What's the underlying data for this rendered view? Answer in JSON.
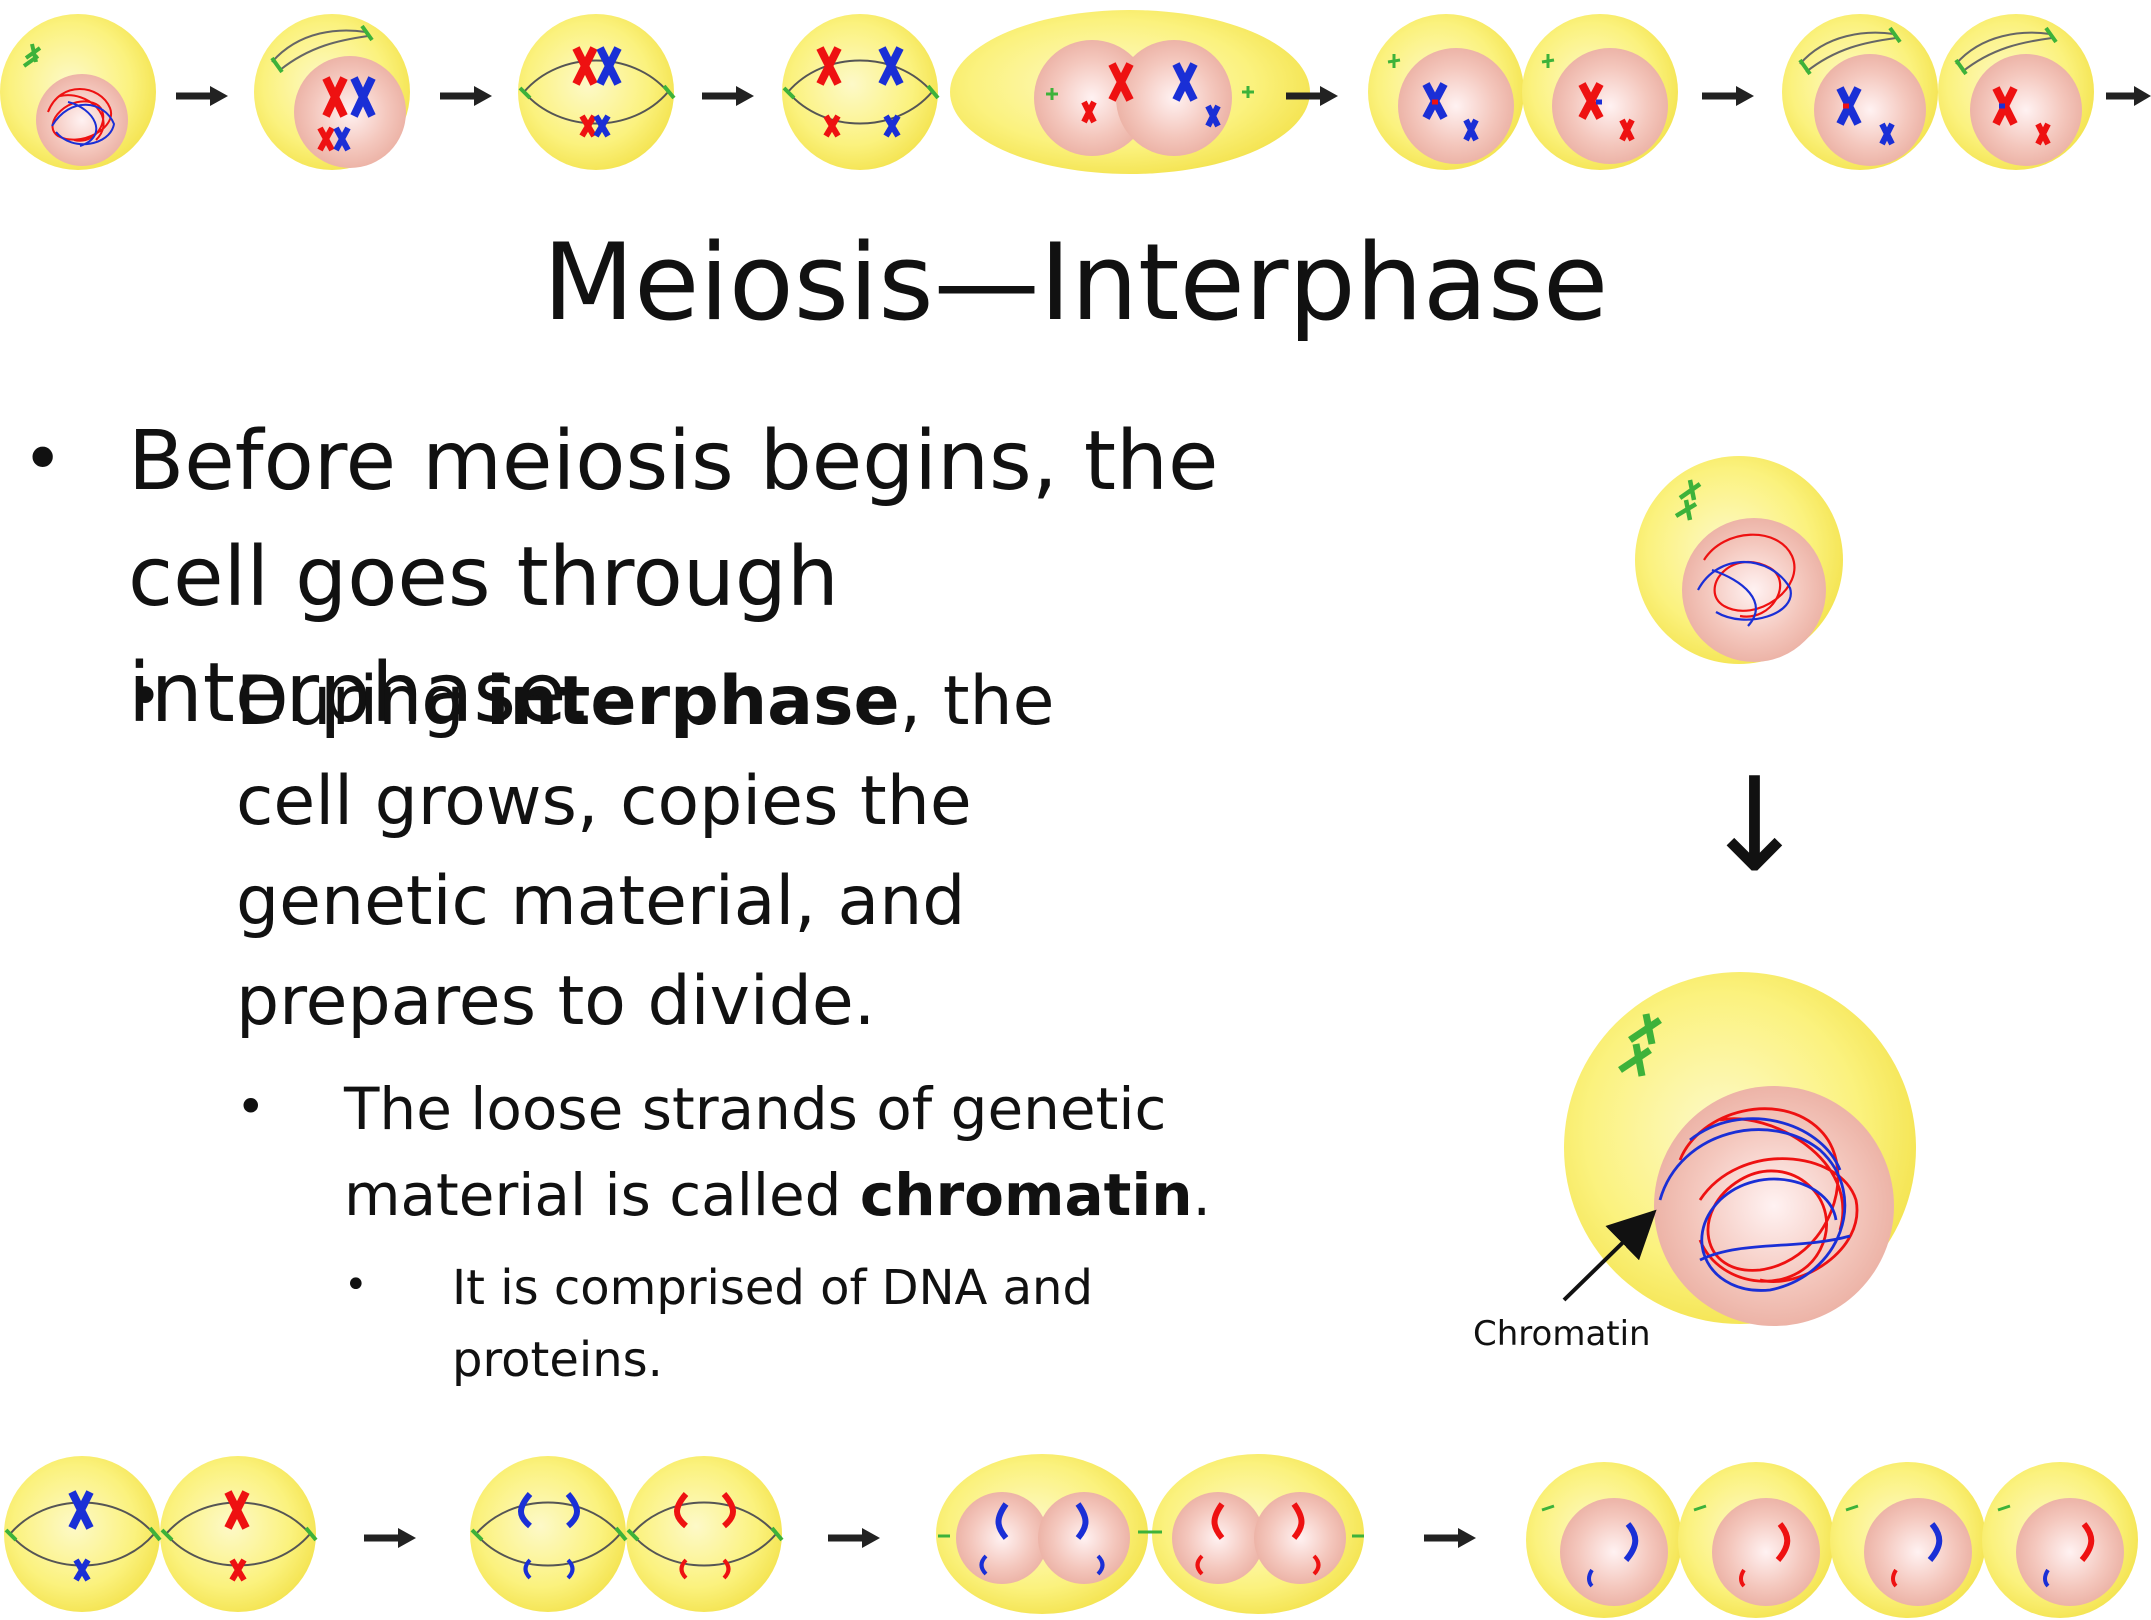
{
  "slide": {
    "title": "Meiosis—Interphase",
    "bullets": [
      {
        "level": 1,
        "marker": "•",
        "text": "Before meiosis begins, the cell goes through interphase."
      },
      {
        "level": 2,
        "marker": "•",
        "before": "During ",
        "bold": "interphase",
        "after": ", the cell grows, copies the genetic material, and prepares to divide."
      },
      {
        "level": 3,
        "marker": "•",
        "before": "The loose strands of genetic material is called ",
        "bold": "chromatin",
        "after": "."
      },
      {
        "level": 4,
        "marker": "•",
        "text": "It is comprised of DNA and proteins."
      }
    ]
  },
  "figure": {
    "arrow_glyph": "↓",
    "label": "Chromatin"
  },
  "colors": {
    "cell_yellow": "#fbf07a",
    "nucleus_pink": "#efb2a6",
    "chromosome_red": "#ee1111",
    "chromosome_blue": "#1a2fd6",
    "centriole_green": "#3db23a"
  },
  "icons": [
    "arrow-right-icon",
    "arrow-down-icon",
    "pointer-arrow-icon"
  ]
}
